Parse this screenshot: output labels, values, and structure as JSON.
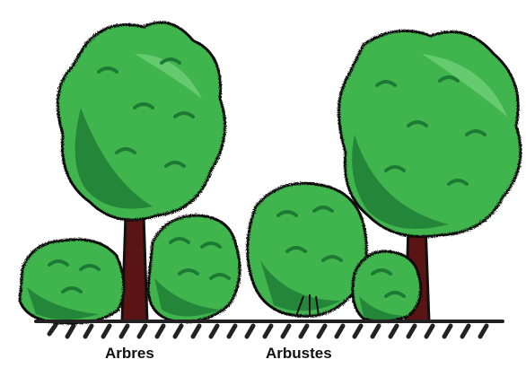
{
  "labels": {
    "trees": "Arbres",
    "shrubs": "Arbustes"
  },
  "palette": {
    "leaf_light": "#6fd07a",
    "leaf_mid": "#3fb54d",
    "leaf_dark": "#1d7a34",
    "outline": "#111111",
    "trunk": "#5a1414",
    "ground": "#222222"
  },
  "icons": [
    "tree-left",
    "tree-right",
    "shrub-left",
    "shrub-center-left",
    "shrub-center",
    "shrub-right",
    "ground-line"
  ]
}
